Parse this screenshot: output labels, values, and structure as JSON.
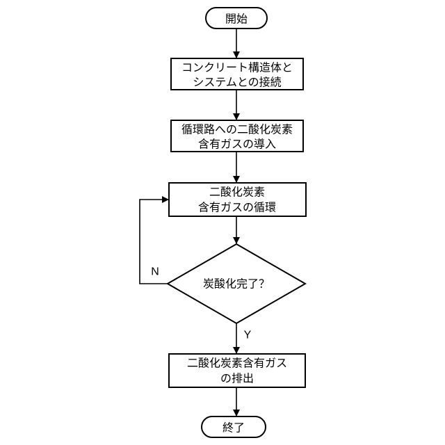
{
  "flowchart": {
    "start": "開始",
    "step1": {
      "line1": "コンクリート構造体と",
      "line2": "システムとの接続"
    },
    "step2": {
      "line1": "循環路への二酸化炭素",
      "line2": "含有ガスの導入"
    },
    "step3": {
      "line1": "二酸化炭素",
      "line2": "含有ガスの循環"
    },
    "decision": "炭酸化完了？",
    "decision_no": "N",
    "decision_yes": "Y",
    "step4": {
      "line1": "二酸化炭素含有ガス",
      "line2": "の排出"
    },
    "end": "終了"
  }
}
